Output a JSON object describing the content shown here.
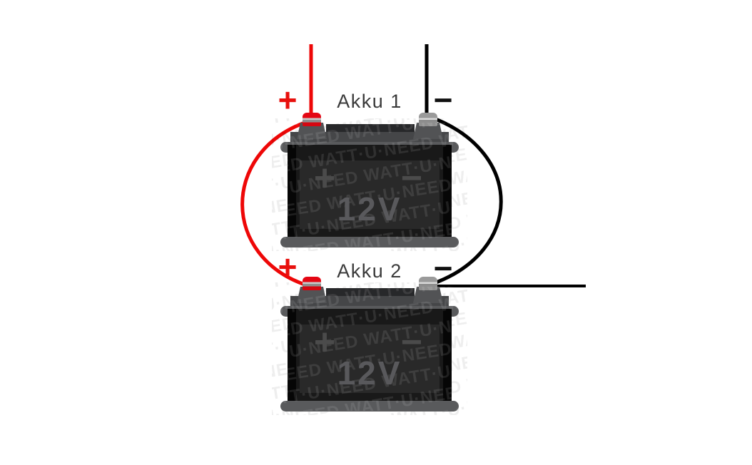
{
  "colors": {
    "background": "#ffffff",
    "wire_positive": "#ee0707",
    "wire_negative": "#000000",
    "terminal_positive": "#e40613",
    "terminal_negative": "#9a9a9a",
    "plus_label": "#e8100d",
    "minus_label": "#101010",
    "battery_body": "#191919",
    "battery_strap": "#595a5c",
    "voltage_text": "#59595c"
  },
  "watermark": {
    "text": "WATT·U·NEED"
  },
  "batteries": [
    {
      "label": "Akku 1",
      "plus_label": "+",
      "minus_label": "−",
      "body_plus": "+",
      "body_minus": "−",
      "voltage": "12V"
    },
    {
      "label": "Akku 2",
      "plus_label": "+",
      "minus_label": "−",
      "body_plus": "+",
      "body_minus": "−",
      "voltage": "12V"
    }
  ]
}
